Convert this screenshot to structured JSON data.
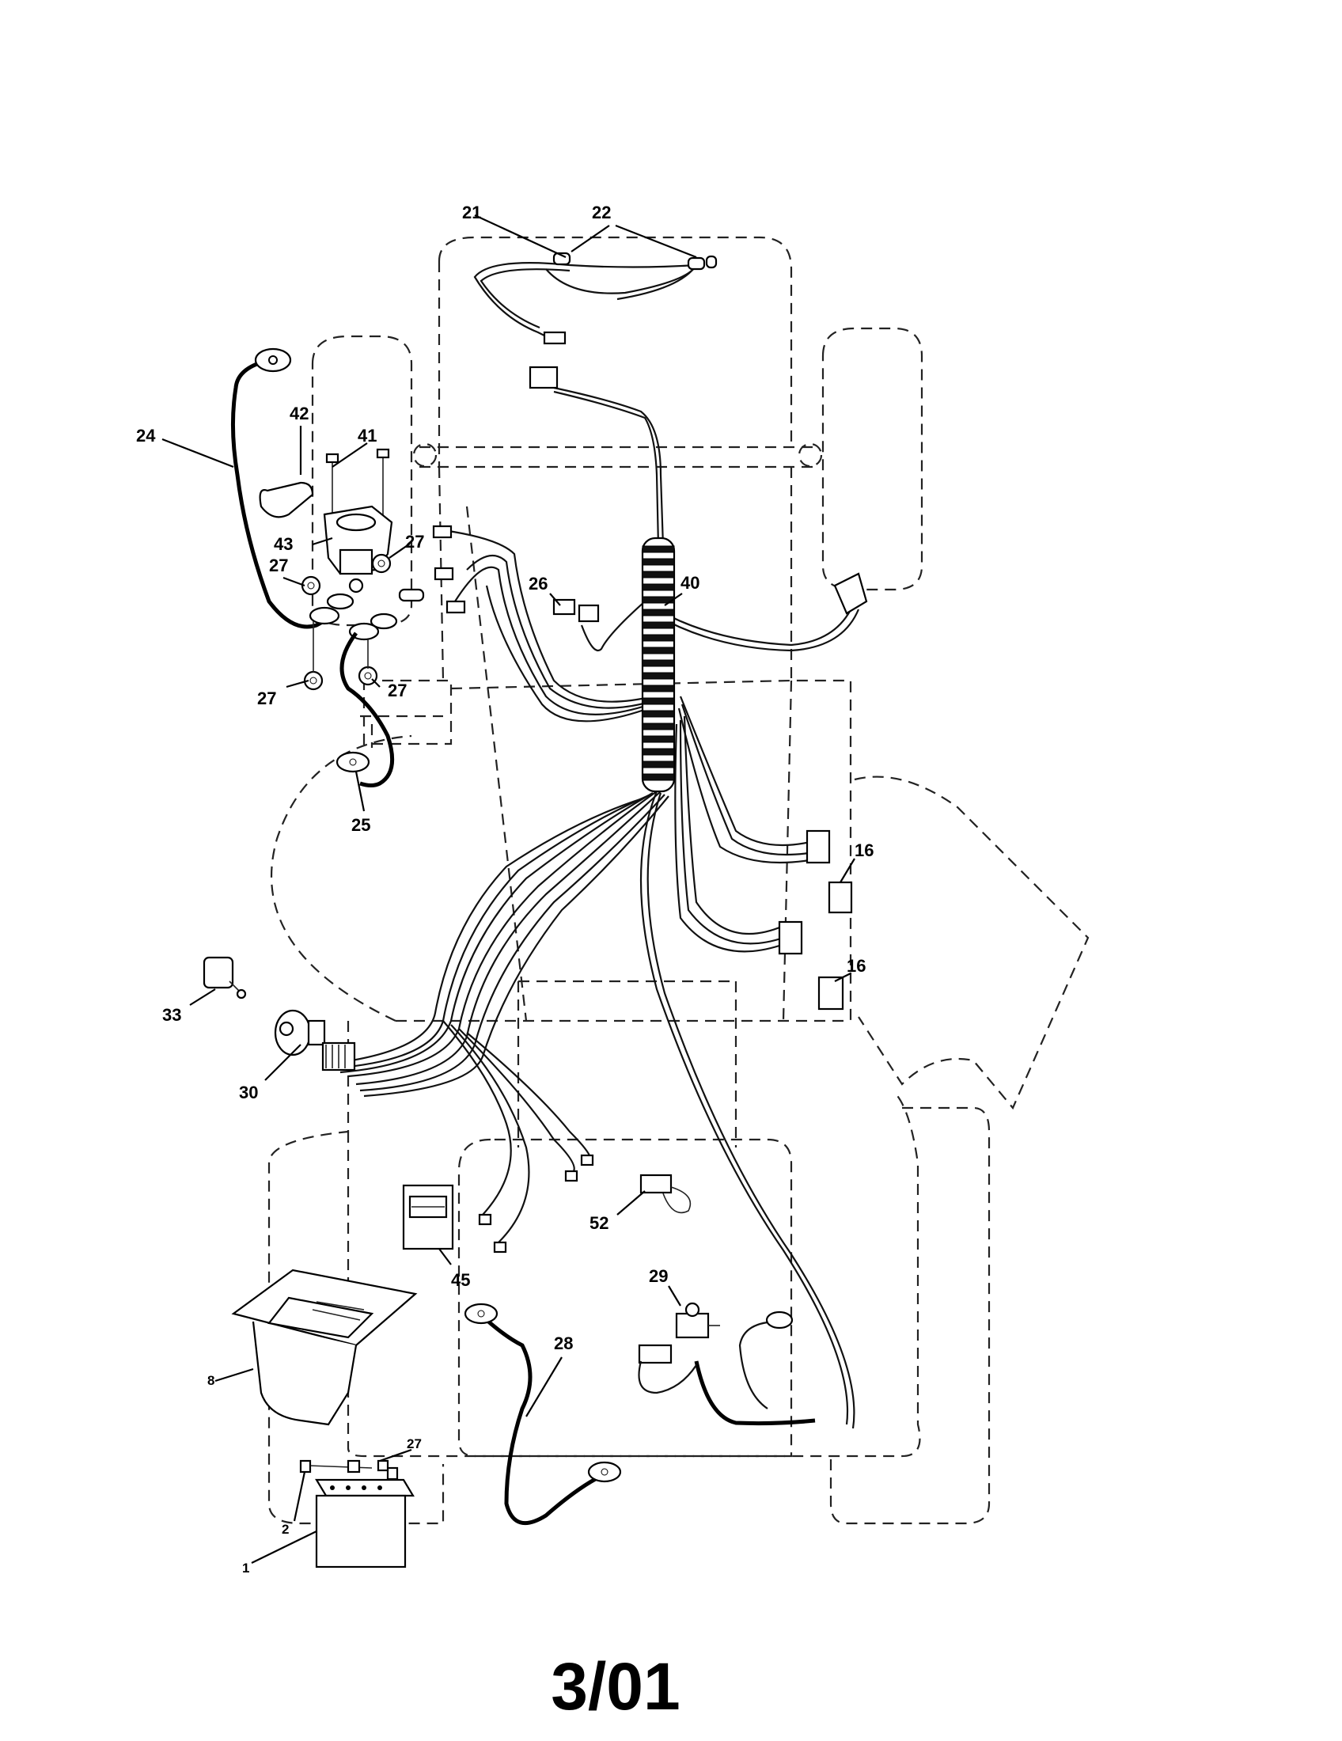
{
  "labels": {
    "p1": "1",
    "p2": "2",
    "p8": "8",
    "p16a": "16",
    "p16b": "16",
    "p21": "21",
    "p22": "22",
    "p24": "24",
    "p25": "25",
    "p26": "26",
    "p27a": "27",
    "p27b": "27",
    "p27c": "27",
    "p27d": "27",
    "p27e": "27",
    "p28": "28",
    "p29": "29",
    "p30": "30",
    "p33": "33",
    "p40": "40",
    "p41": "41",
    "p42": "42",
    "p43": "43",
    "p45": "45",
    "p52": "52"
  },
  "date_code": "3/01"
}
